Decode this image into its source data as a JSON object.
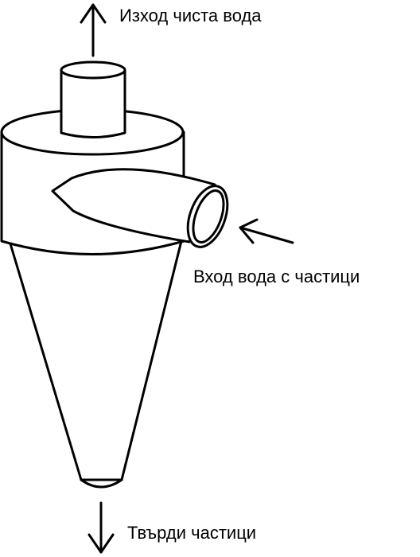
{
  "labels": {
    "clean_water_outlet": "Изход чиста вода",
    "water_inlet": "Вход вода с частици",
    "solid_particles": "Твърди частици"
  },
  "colors": {
    "line": "#000000",
    "background": "#ffffff"
  }
}
